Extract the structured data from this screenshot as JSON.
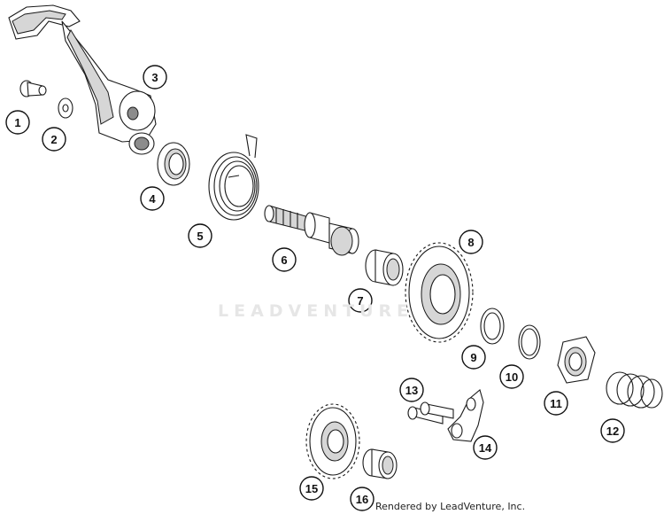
{
  "diagram": {
    "callouts": [
      "1",
      "2",
      "3",
      "4",
      "5",
      "6",
      "7",
      "8",
      "9",
      "10",
      "11",
      "12",
      "13",
      "14",
      "15",
      "16"
    ]
  },
  "watermark": "LEADVENTURE",
  "footer": "Rendered by LeadVenture, Inc."
}
